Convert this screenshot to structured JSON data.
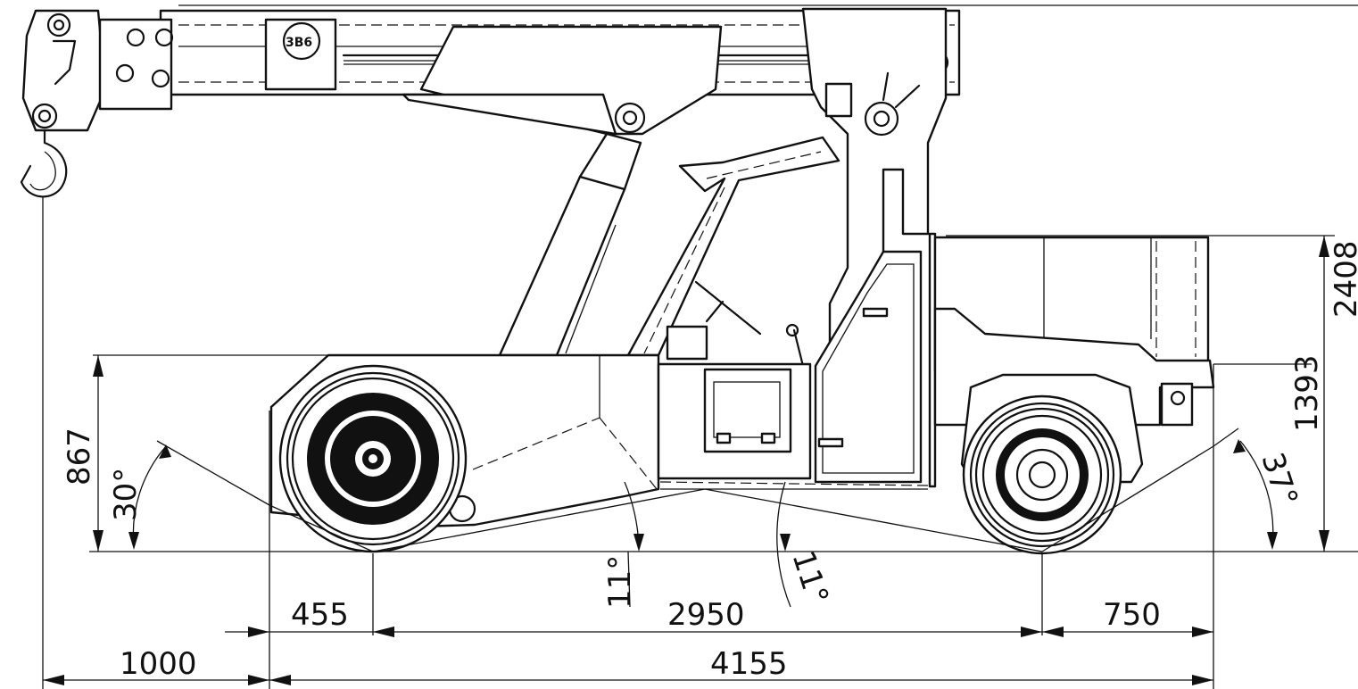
{
  "logo_text": "3B6",
  "dimensions": {
    "d_1000": "1000",
    "d_4155": "4155",
    "d_455": "455",
    "d_2950": "2950",
    "d_750": "750",
    "d_867": "867",
    "d_1393": "1393",
    "d_2408": "2408"
  },
  "angles": {
    "front_approach": "30°",
    "rear_departure": "37°",
    "ramp_left": "11°",
    "ramp_right": "11°"
  }
}
